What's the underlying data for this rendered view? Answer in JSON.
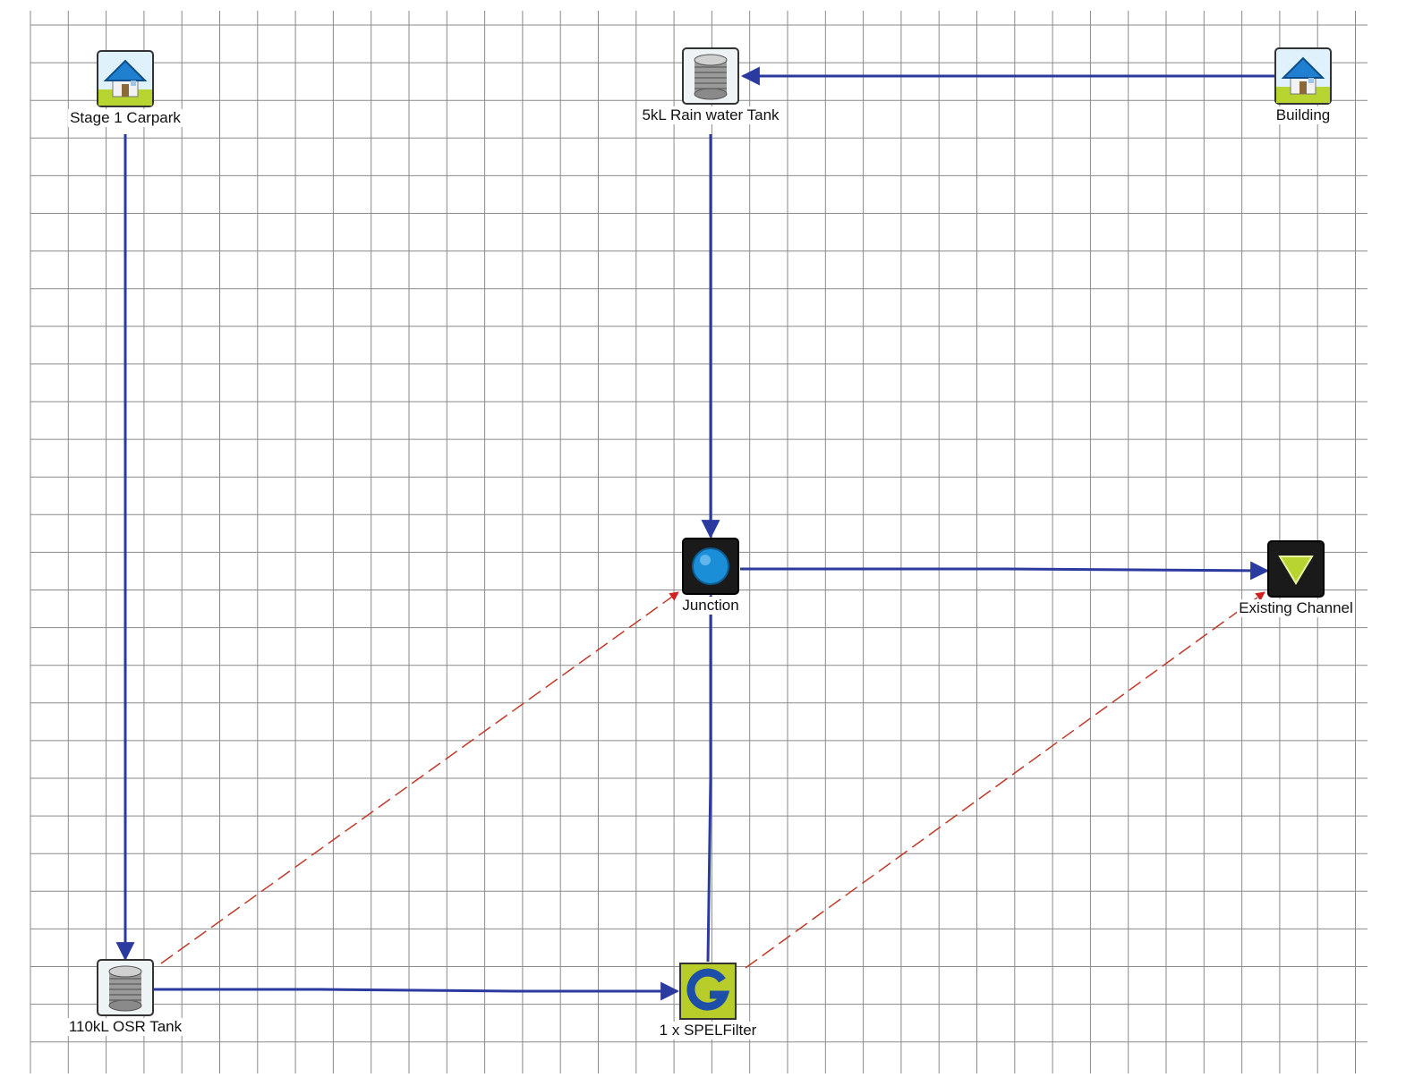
{
  "nodes": [
    {
      "id": "carpark",
      "label": "Stage 1 Carpark",
      "icon": "catchment-house-icon"
    },
    {
      "id": "rain_tank",
      "label": "5kL Rain water Tank",
      "icon": "storage-tank-icon"
    },
    {
      "id": "building",
      "label": "Building",
      "icon": "catchment-house-icon"
    },
    {
      "id": "junction",
      "label": "Junction",
      "icon": "junction-node-icon"
    },
    {
      "id": "channel",
      "label": "Existing Channel",
      "icon": "receiving-node-icon"
    },
    {
      "id": "osr_tank",
      "label": "110kL OSR Tank",
      "icon": "storage-tank-icon"
    },
    {
      "id": "spel",
      "label": "1 x SPELFilter",
      "icon": "gpt-filter-icon"
    }
  ],
  "links": [
    {
      "from": "building",
      "to": "rain_tank",
      "type": "drainage"
    },
    {
      "from": "rain_tank",
      "to": "junction",
      "type": "drainage"
    },
    {
      "from": "carpark",
      "to": "osr_tank",
      "type": "drainage"
    },
    {
      "from": "osr_tank",
      "to": "spel",
      "type": "drainage"
    },
    {
      "from": "spel",
      "to": "junction",
      "type": "drainage"
    },
    {
      "from": "junction",
      "to": "channel",
      "type": "drainage"
    },
    {
      "from": "osr_tank",
      "to": "junction",
      "type": "secondary"
    },
    {
      "from": "spel",
      "to": "channel",
      "type": "secondary"
    }
  ],
  "colors": {
    "grid": "#8a8a8a",
    "drainage_link": "#2b3a9e",
    "secondary_link": "#c0392b",
    "node_label_text": "#111111",
    "house_roof": "#1f7fd0",
    "house_ground": "#b8d430",
    "junction_fill": "#1a8fd8",
    "channel_triangle": "#b8d430",
    "filter_bg": "#b8cc2a",
    "filter_letter": "#1e4fa8"
  }
}
